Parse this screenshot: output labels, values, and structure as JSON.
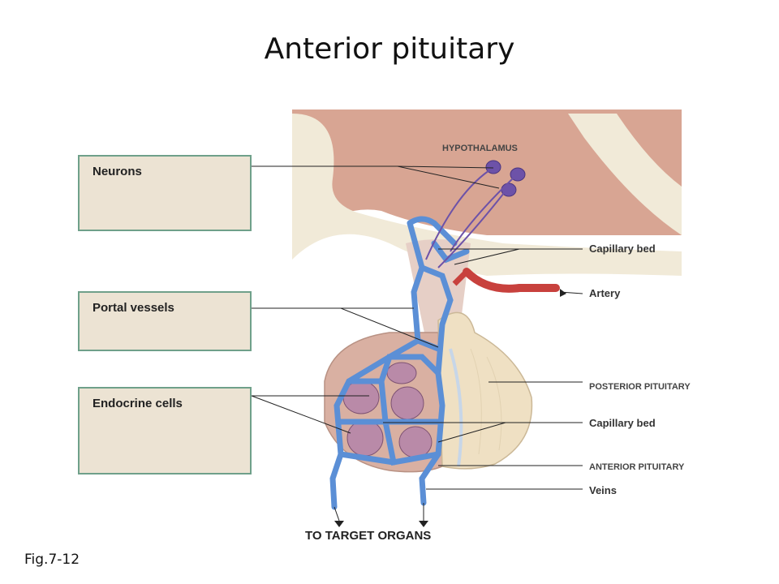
{
  "title": "Anterior pituitary",
  "boxes": {
    "neurons": "Neurons",
    "portal_vessels": "Portal vessels",
    "endocrine_cells": "Endocrine cells"
  },
  "labels": {
    "hypothalamus": "HYPOTHALAMUS",
    "capillary_bed_top": "Capillary bed",
    "artery": "Artery",
    "posterior_pituitary": "POSTERIOR PITUITARY",
    "capillary_bed_bottom": "Capillary bed",
    "anterior_pituitary": "ANTERIOR PITUITARY",
    "veins": "Veins"
  },
  "bottom_label": "TO TARGET ORGANS",
  "figure_number": "Fig.7-12",
  "colors": {
    "hypothalamus": "#d8a593",
    "bone": "#f1ead8",
    "gland": "#d9b0a2",
    "posterior": "#efe0c3",
    "vessel": "#5b8fd6",
    "artery": "#c8413d",
    "neuron": "#6d52a8"
  }
}
